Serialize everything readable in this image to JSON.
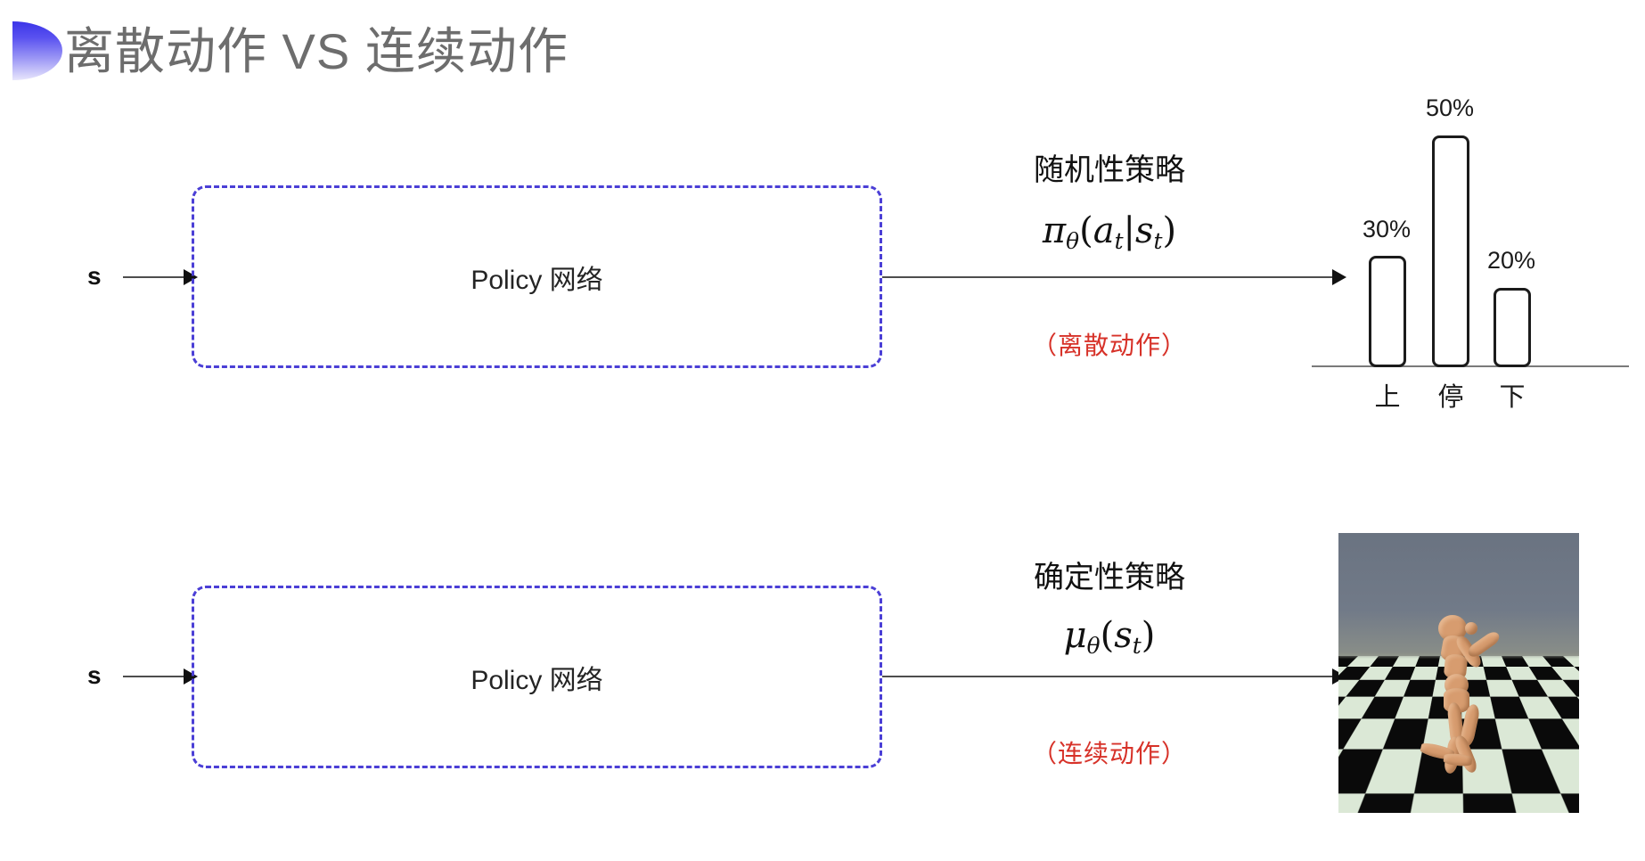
{
  "slide": {
    "title": "离散动作 VS 连续动作",
    "accent_color": "#3b34e8",
    "background_color": "#ffffff"
  },
  "rows": [
    {
      "id": "discrete",
      "input_label": "s",
      "box_label": "Policy 网络",
      "policy_title": "随机性策略",
      "formula": {
        "head": "π",
        "head_sub": "θ",
        "open": "(",
        "arg1": "a",
        "arg1_sub": "t",
        "bar": "|",
        "arg2": "s",
        "arg2_sub": "t",
        "close": ")",
        "plain": "πθ(at|st)"
      },
      "note": "（离散动作）",
      "note_color": "#d73229"
    },
    {
      "id": "continuous",
      "input_label": "s",
      "box_label": "Policy 网络",
      "policy_title": "确定性策略",
      "formula": {
        "head": "μ",
        "head_sub": "θ",
        "open": "(",
        "arg1": "s",
        "arg1_sub": "t",
        "bar": "",
        "arg2": "",
        "arg2_sub": "",
        "close": ")",
        "plain": "μθ(st)"
      },
      "note": "（连续动作）",
      "note_color": "#d73229"
    }
  ],
  "chart_data": {
    "type": "bar",
    "title": "",
    "categories": [
      "上",
      "停",
      "下"
    ],
    "values": [
      30,
      50,
      20
    ],
    "value_labels": [
      "30%",
      "50%",
      "20%"
    ],
    "xlabel": "",
    "ylabel": "",
    "ylim": [
      0,
      60
    ],
    "grid": false,
    "legend": "none",
    "bar_fill": "#ffffff",
    "bar_stroke": "#1b1b1b",
    "axis_color": "#7a7a7a"
  },
  "sim": {
    "caption": "",
    "description": "humanoid-robot-simulation",
    "sky_color": "#6d7685",
    "floor_colors": [
      "#0a0a0a",
      "#dbe8d6"
    ],
    "body_color": "#d79c6f"
  }
}
